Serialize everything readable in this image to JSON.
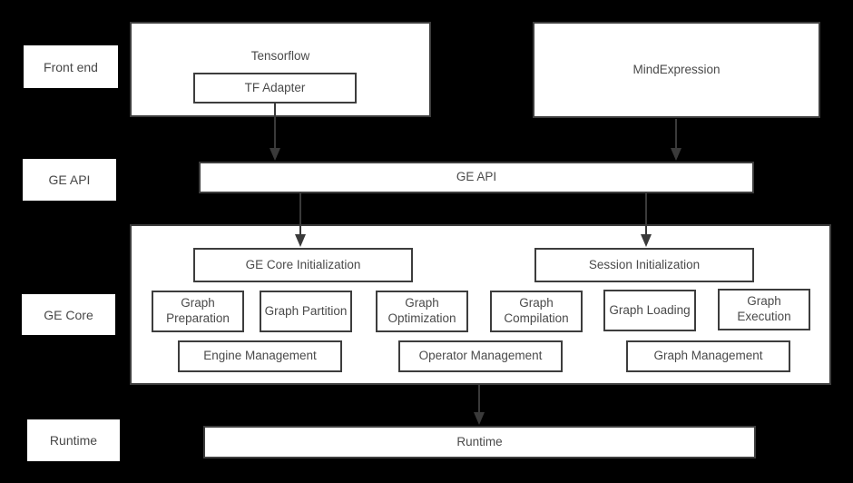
{
  "colors": {
    "background": "#000000",
    "box_fill": "#ffffff",
    "border": "#3d3d3d",
    "text": "#4a4a4a",
    "arrow": "#3a3a3a"
  },
  "layers": [
    {
      "label": "Front end"
    },
    {
      "label": "GE API"
    },
    {
      "label": "GE Core"
    },
    {
      "label": "Runtime"
    }
  ],
  "front_end": {
    "tensorflow": {
      "label": "Tensorflow",
      "adapter_label": "TF Adapter"
    },
    "mind_expression": {
      "label": "MindExpression"
    }
  },
  "ge_api": {
    "label": "GE API"
  },
  "ge_core": {
    "init_boxes": [
      {
        "label": "GE Core Initialization"
      },
      {
        "label": "Session Initialization"
      }
    ],
    "function_boxes": [
      {
        "label": "Graph Preparation"
      },
      {
        "label": "Graph Partition"
      },
      {
        "label": "Graph Optimization"
      },
      {
        "label": "Graph Compilation"
      },
      {
        "label": "Graph Loading"
      },
      {
        "label": "Graph Execution"
      }
    ],
    "management_boxes": [
      {
        "label": "Engine Management"
      },
      {
        "label": "Operator Management"
      },
      {
        "label": "Graph Management"
      }
    ]
  },
  "runtime": {
    "label": "Runtime"
  }
}
